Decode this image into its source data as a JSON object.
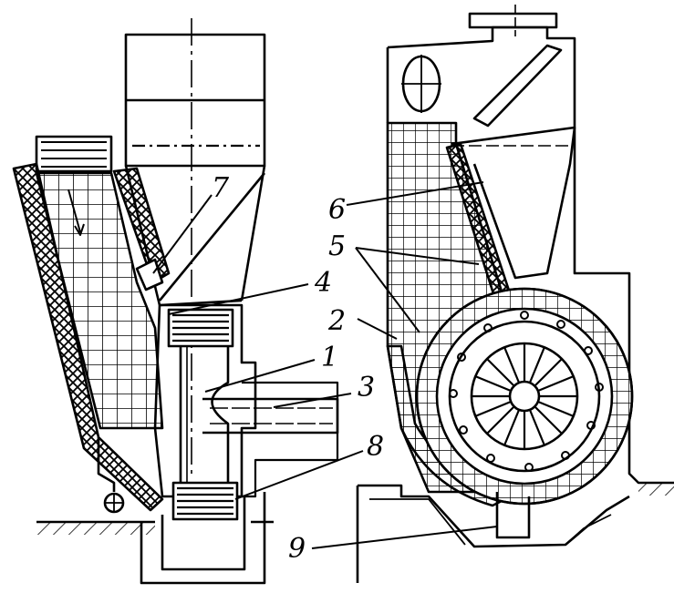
{
  "diagram": {
    "labels": {
      "l1": "1",
      "l2": "2",
      "l3": "3",
      "l4": "4",
      "l5": "5",
      "l6": "6",
      "l7": "7",
      "l8": "8",
      "l9": "9"
    }
  },
  "colors": {
    "ink": "#000000",
    "paper": "#ffffff"
  }
}
